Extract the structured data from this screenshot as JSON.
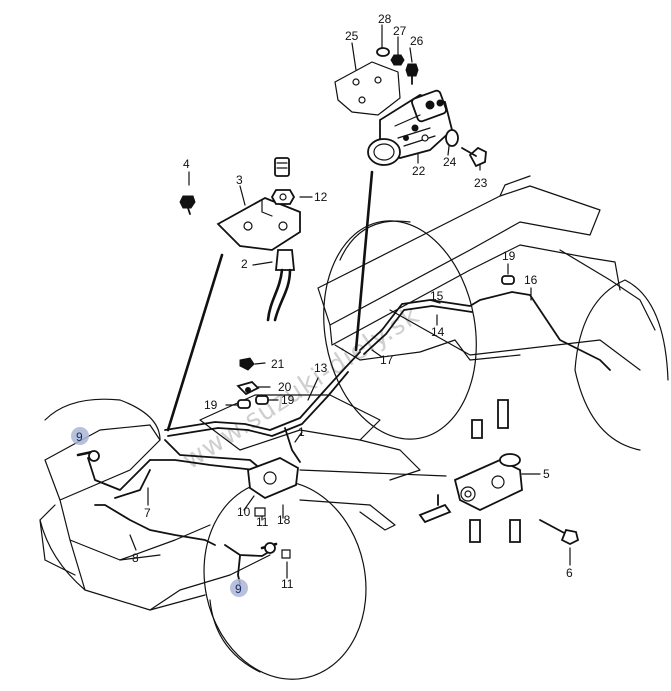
{
  "diagram": {
    "watermark": "www.suzuki-diely.sk",
    "highlight_color": "#aab6d6",
    "callouts": [
      {
        "id": "c28",
        "text": "28"
      },
      {
        "id": "c27",
        "text": "27"
      },
      {
        "id": "c25",
        "text": "25"
      },
      {
        "id": "c26",
        "text": "26"
      },
      {
        "id": "c24",
        "text": "24"
      },
      {
        "id": "c22",
        "text": "22"
      },
      {
        "id": "c23",
        "text": "23"
      },
      {
        "id": "c4",
        "text": "4"
      },
      {
        "id": "c3",
        "text": "3"
      },
      {
        "id": "c12",
        "text": "12"
      },
      {
        "id": "c2",
        "text": "2"
      },
      {
        "id": "c19a",
        "text": "19"
      },
      {
        "id": "c16",
        "text": "16"
      },
      {
        "id": "c15",
        "text": "15"
      },
      {
        "id": "c14",
        "text": "14"
      },
      {
        "id": "c17",
        "text": "17"
      },
      {
        "id": "c21",
        "text": "21"
      },
      {
        "id": "c20",
        "text": "20"
      },
      {
        "id": "c19b",
        "text": "19"
      },
      {
        "id": "c19c",
        "text": "19"
      },
      {
        "id": "c13",
        "text": "13"
      },
      {
        "id": "c1",
        "text": "1"
      },
      {
        "id": "c9a",
        "text": "9"
      },
      {
        "id": "c5",
        "text": "5"
      },
      {
        "id": "c7",
        "text": "7"
      },
      {
        "id": "c10",
        "text": "10"
      },
      {
        "id": "c11a",
        "text": "11"
      },
      {
        "id": "c18",
        "text": "18"
      },
      {
        "id": "c8",
        "text": "8"
      },
      {
        "id": "c6",
        "text": "6"
      },
      {
        "id": "c11b",
        "text": "11"
      },
      {
        "id": "c9b",
        "text": "9"
      }
    ]
  }
}
